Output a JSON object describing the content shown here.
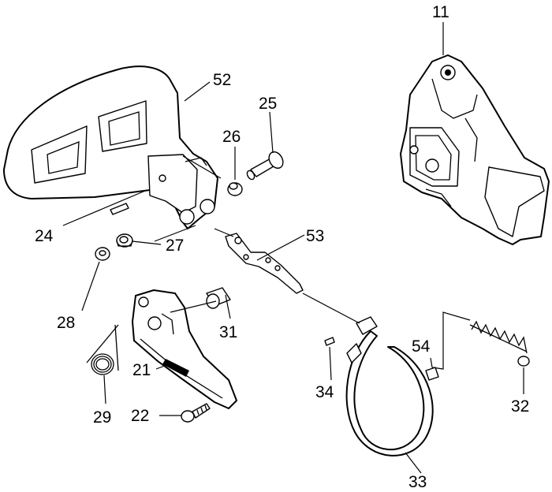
{
  "callouts": {
    "c11": "11",
    "c52": "52",
    "c25": "25",
    "c26": "26",
    "c24": "24",
    "c27": "27",
    "c53": "53",
    "c28": "28",
    "c31": "31",
    "c21": "21",
    "c29": "29",
    "c22": "22",
    "c54": "54",
    "c34": "34",
    "c32": "32",
    "c33": "33"
  }
}
